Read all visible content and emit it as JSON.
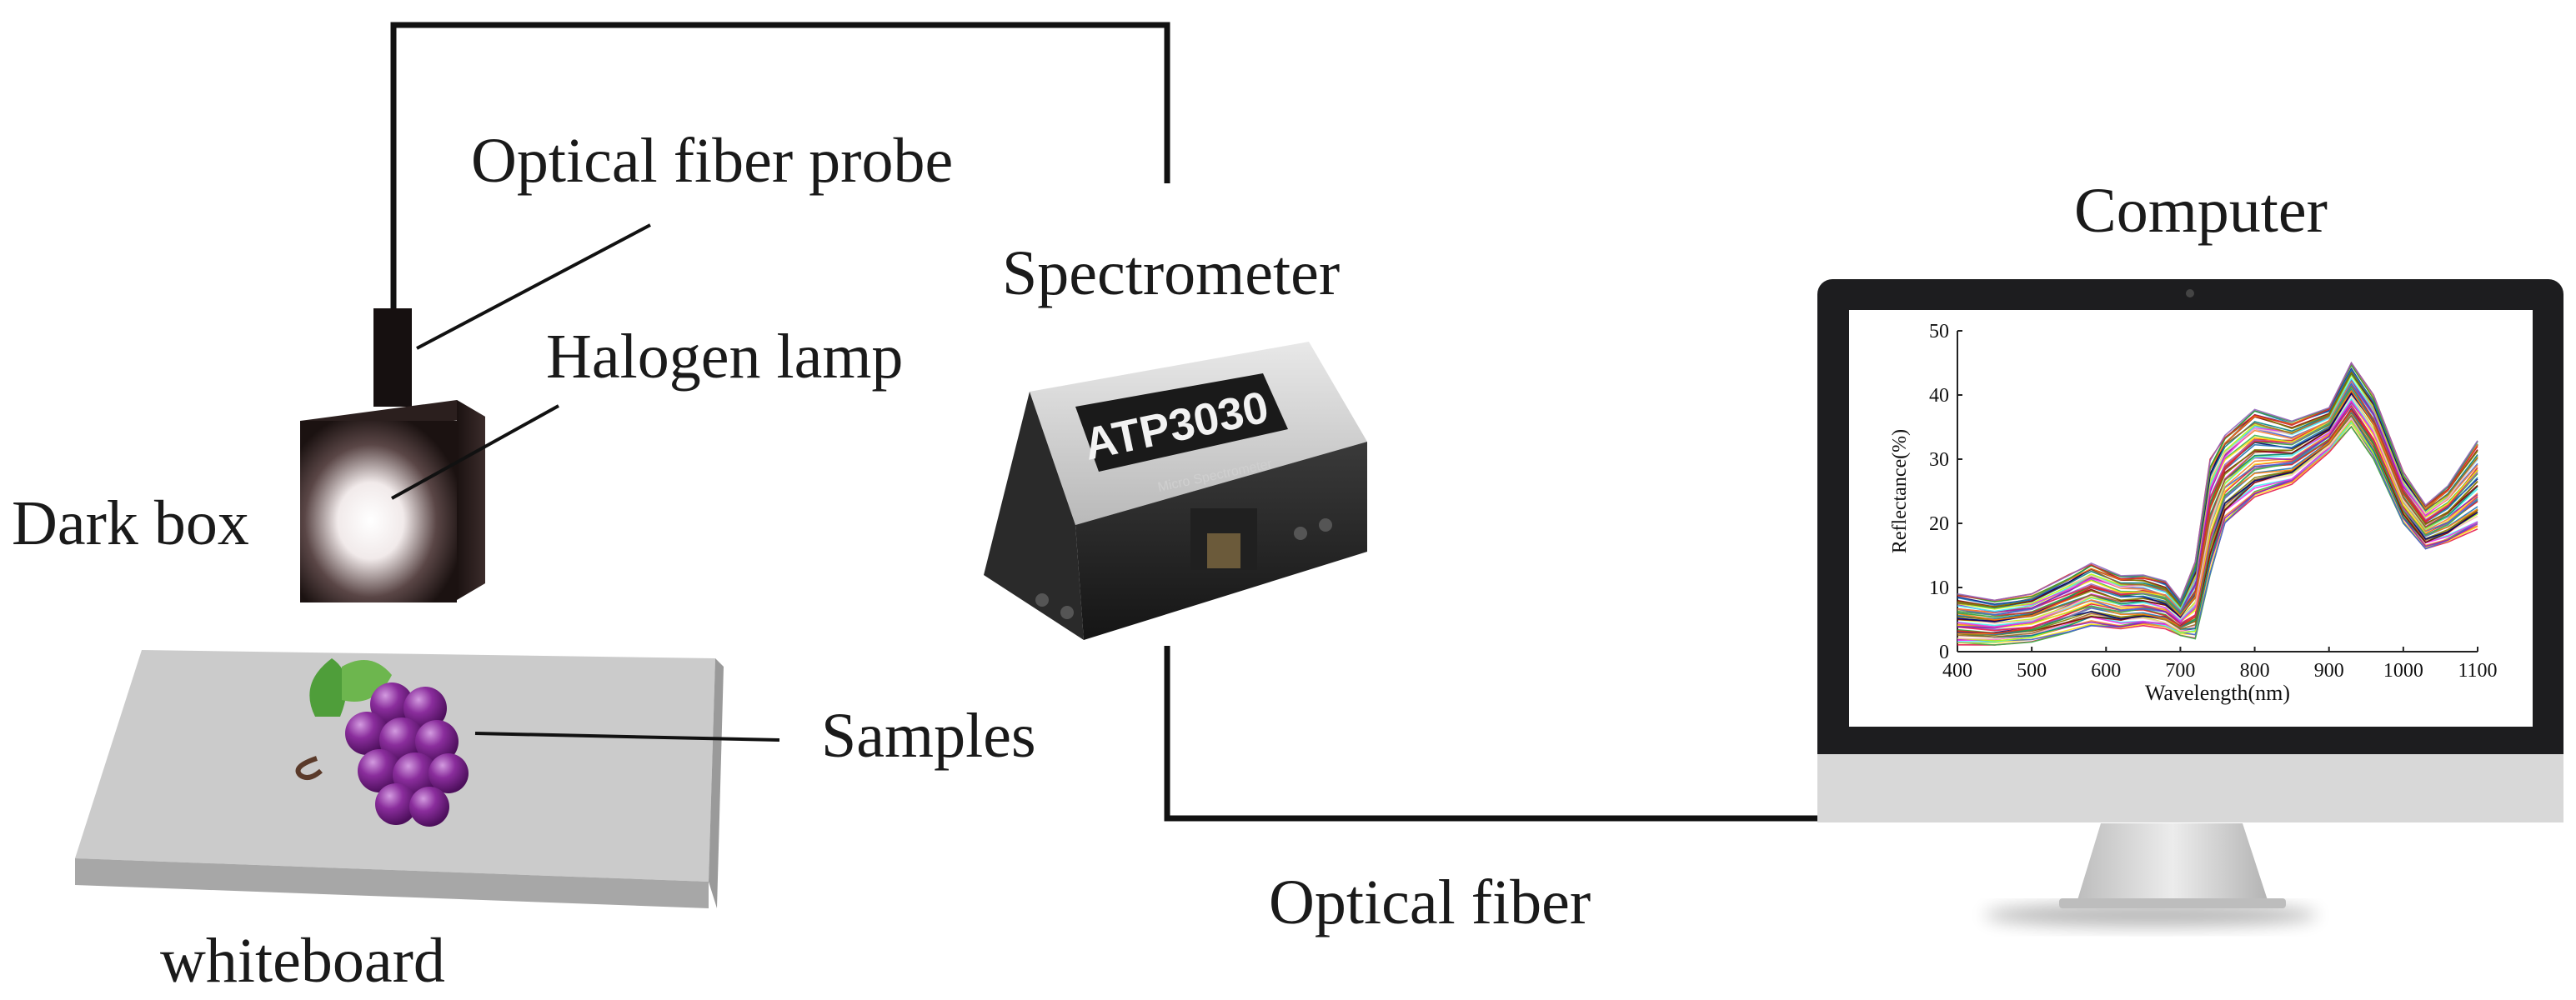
{
  "labels": {
    "optical_fiber_probe": "Optical fiber probe",
    "halogen_lamp": "Halogen lamp",
    "dark_box": "Dark box",
    "samples": "Samples",
    "whiteboard": "whiteboard",
    "spectrometer": "Spectrometer",
    "optical_fiber": "Optical fiber",
    "computer": "Computer"
  },
  "spectrometer_device": {
    "brand": "ATP3030",
    "sub_label": "Micro Spectrometer"
  },
  "screen_chart": {
    "chart_data": {
      "type": "line",
      "title": "",
      "xlabel": "Wavelength(nm)",
      "ylabel": "Reflectance(%)",
      "xlim": [
        400,
        1100
      ],
      "ylim": [
        0,
        50
      ],
      "xticks": [
        "400",
        "500",
        "600",
        "700",
        "800",
        "900",
        "1000",
        "1100"
      ],
      "yticks": [
        "0",
        "10",
        "20",
        "30",
        "40",
        "50"
      ],
      "grid": false,
      "legend": "none",
      "envelope": {
        "x": [
          400,
          450,
          500,
          550,
          580,
          620,
          650,
          680,
          700,
          720,
          740,
          760,
          800,
          850,
          900,
          930,
          960,
          1000,
          1030,
          1060,
          1100
        ],
        "lower": [
          1,
          1,
          1.5,
          3,
          4,
          3.5,
          4,
          3.5,
          2.5,
          2,
          12,
          20,
          24,
          26,
          31,
          35,
          30,
          20,
          16,
          17,
          19
        ],
        "upper": [
          9,
          8,
          9,
          12,
          14,
          12,
          12,
          11,
          8,
          14,
          30,
          34,
          38,
          36,
          38,
          45,
          40,
          28,
          23,
          26,
          33
        ]
      },
      "series_count": 60
    }
  },
  "colors": {
    "line": "#111111",
    "dark_box": "#1b1211",
    "whiteboard_top": "#cbcbcb",
    "grape": "#8a2d9c",
    "monitor_frame": "#1d1d1f",
    "monitor_chin": "#d8d8d8"
  }
}
